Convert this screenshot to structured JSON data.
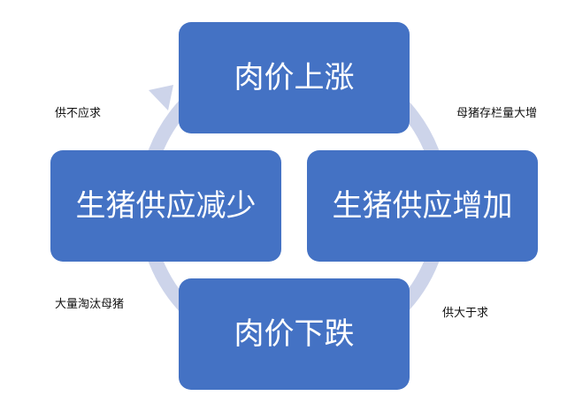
{
  "nodes": {
    "top": "肉价上涨",
    "right": "生猪供应增加",
    "bottom": "肉价下跌",
    "left": "生猪供应减少"
  },
  "edge_labels": {
    "top_right": "母猪存栏量大增",
    "bottom_right": "供大于求",
    "bottom_left": "大量淘汰母猪",
    "top_left": "供不应求"
  },
  "colors": {
    "box": "#4472c4",
    "ring": "#cdd4ea"
  }
}
